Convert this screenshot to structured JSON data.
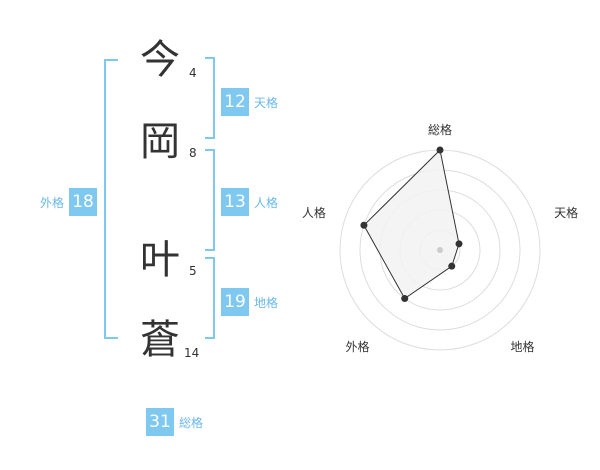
{
  "name": {
    "chars": [
      {
        "char": "今",
        "strokes": "4"
      },
      {
        "char": "岡",
        "strokes": "8"
      },
      {
        "char": "叶",
        "strokes": "5"
      },
      {
        "char": "蒼",
        "strokes": "14"
      }
    ]
  },
  "fortunes": {
    "tenkaku": {
      "value": "12",
      "label": "天格"
    },
    "jinkaku": {
      "value": "13",
      "label": "人格"
    },
    "chikaku": {
      "value": "19",
      "label": "地格"
    },
    "gaikaku": {
      "value": "18",
      "label": "外格"
    },
    "soukaku": {
      "value": "31",
      "label": "総格"
    }
  },
  "chart_data": {
    "type": "radar",
    "axes": [
      "総格",
      "天格",
      "地格",
      "外格",
      "人格"
    ],
    "values": [
      5,
      1,
      1,
      3,
      4
    ],
    "scale_max": 5,
    "rings": 5,
    "colors": {
      "fill": "#f2f2f2",
      "line": "#333333",
      "ring": "#dddddd",
      "center": "#cccccc"
    }
  },
  "colors": {
    "accent": "#7fc8f0",
    "accent_text": "#6ab8e8"
  }
}
